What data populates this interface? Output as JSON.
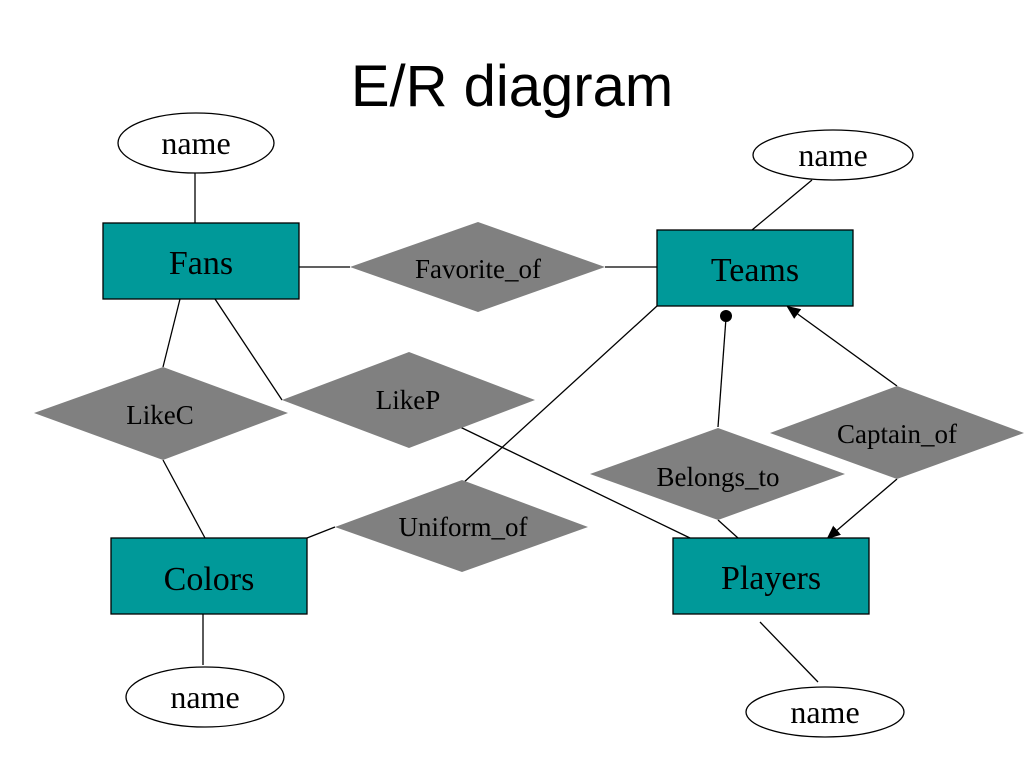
{
  "title": "E/R diagram",
  "colors": {
    "entity_fill": "#009999",
    "relationship_fill": "#808080",
    "attribute_fill": "#ffffff",
    "line": "#000000"
  },
  "entities": {
    "fans": "Fans",
    "teams": "Teams",
    "colors": "Colors",
    "players": "Players"
  },
  "relationships": {
    "favorite_of": "Favorite_of",
    "likec": "LikeC",
    "likep": "LikeP",
    "uniform_of": "Uniform_of",
    "belongs_to": "Belongs_to",
    "captain_of": "Captain_of"
  },
  "attributes": {
    "fans_name": "name",
    "teams_name": "name",
    "colors_name": "name",
    "players_name": "name"
  }
}
